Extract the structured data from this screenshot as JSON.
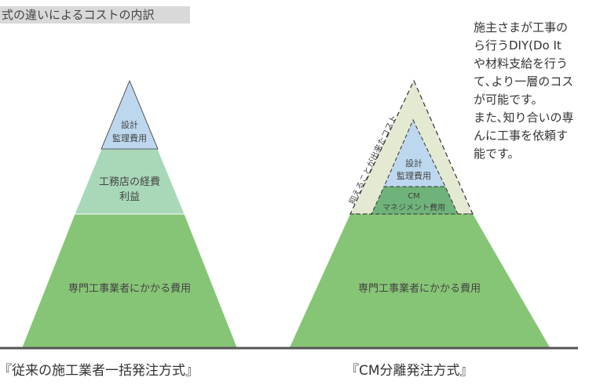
{
  "header": {
    "title": "式の違いによるコストの内訳"
  },
  "description": {
    "lines": [
      "施主さまが工事の",
      "ら行うDIY(Do It ",
      "や材料支給を行う",
      "て､より一層のコス",
      "が可能です。",
      "また､知り合いの専",
      "んに工事を依頼す",
      "能です。"
    ]
  },
  "left_pyramid": {
    "caption": "『従来の施工業者一括発注方式』",
    "top": [
      "設計",
      "監理費用"
    ],
    "middle": [
      "工務店の経費",
      "利益"
    ],
    "bottom": "専門工事業者にかかる費用"
  },
  "right_pyramid": {
    "caption": "『CM分離発注方式』",
    "saved": "抑えることが出来たコスト",
    "top": [
      "設計",
      "監理費用"
    ],
    "middle": [
      "CM",
      "マネジメント費用"
    ],
    "bottom": "専門工事業者にかかる費用"
  },
  "colors": {
    "blue": "#bdd7ee",
    "light_green": "#a9d8b8",
    "green": "#87c576",
    "cm_green": "#6fb37a",
    "saved": "#e4ead2"
  }
}
